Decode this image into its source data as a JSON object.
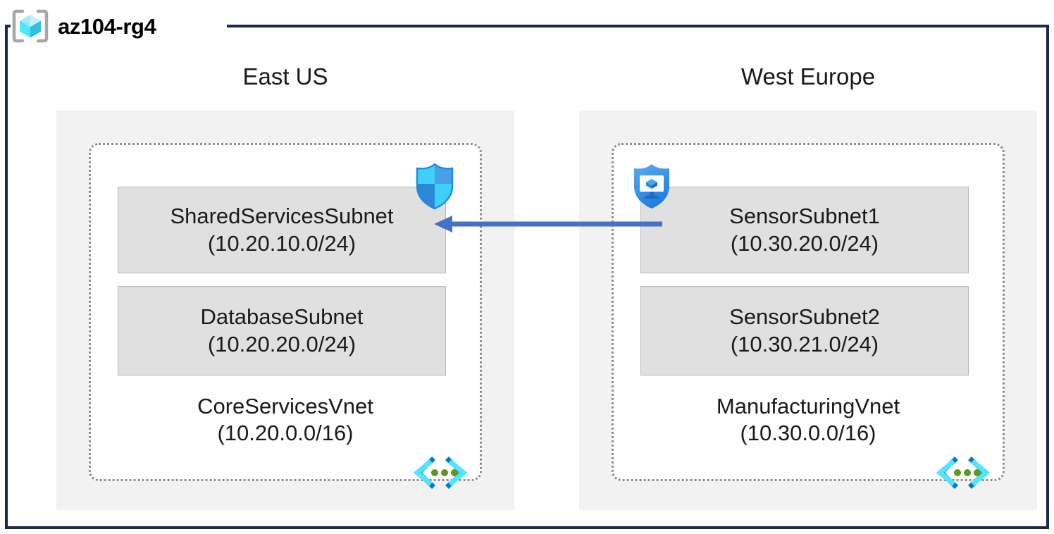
{
  "resource_group": {
    "name": "az104-rg4",
    "icon": "resource-group-cube-icon",
    "border_color": "#1b2a4a"
  },
  "diagram": {
    "type": "azure-network-architecture",
    "connection": {
      "icon": "left-arrow-icon",
      "color": "#4472c4",
      "direction": "right-to-left",
      "from": "SensorSubnet1",
      "to": "SharedServicesSubnet"
    },
    "regions": [
      {
        "label": "East US",
        "vnet": {
          "name": "CoreServicesVnet",
          "cidr": "(10.20.0.0/16)",
          "peering_icon": "vnet-peering-icon",
          "subnets": [
            {
              "name": "SharedServicesSubnet",
              "cidr": "(10.20.10.0/24)",
              "service_icon": "azure-firewall-shield-icon"
            },
            {
              "name": "DatabaseSubnet",
              "cidr": "(10.20.20.0/24)",
              "service_icon": ""
            }
          ]
        }
      },
      {
        "label": "West Europe",
        "vnet": {
          "name": "ManufacturingVnet",
          "cidr": "(10.30.0.0/16)",
          "peering_icon": "vnet-peering-icon",
          "subnets": [
            {
              "name": "SensorSubnet1",
              "cidr": "(10.30.20.0/24)",
              "service_icon": "azure-bastion-shield-icon"
            },
            {
              "name": "SensorSubnet2",
              "cidr": "(10.30.21.0/24)",
              "service_icon": ""
            }
          ]
        }
      }
    ]
  },
  "colors": {
    "region_fill": "#f2f2f2",
    "subnet_fill": "#e0e0e0",
    "vnet_border": "#8c8c8c",
    "arrow": "#4472c4",
    "azure_blue": "#0078d4",
    "azure_cyan": "#50e6ff",
    "peering_green": "#5e9624"
  }
}
